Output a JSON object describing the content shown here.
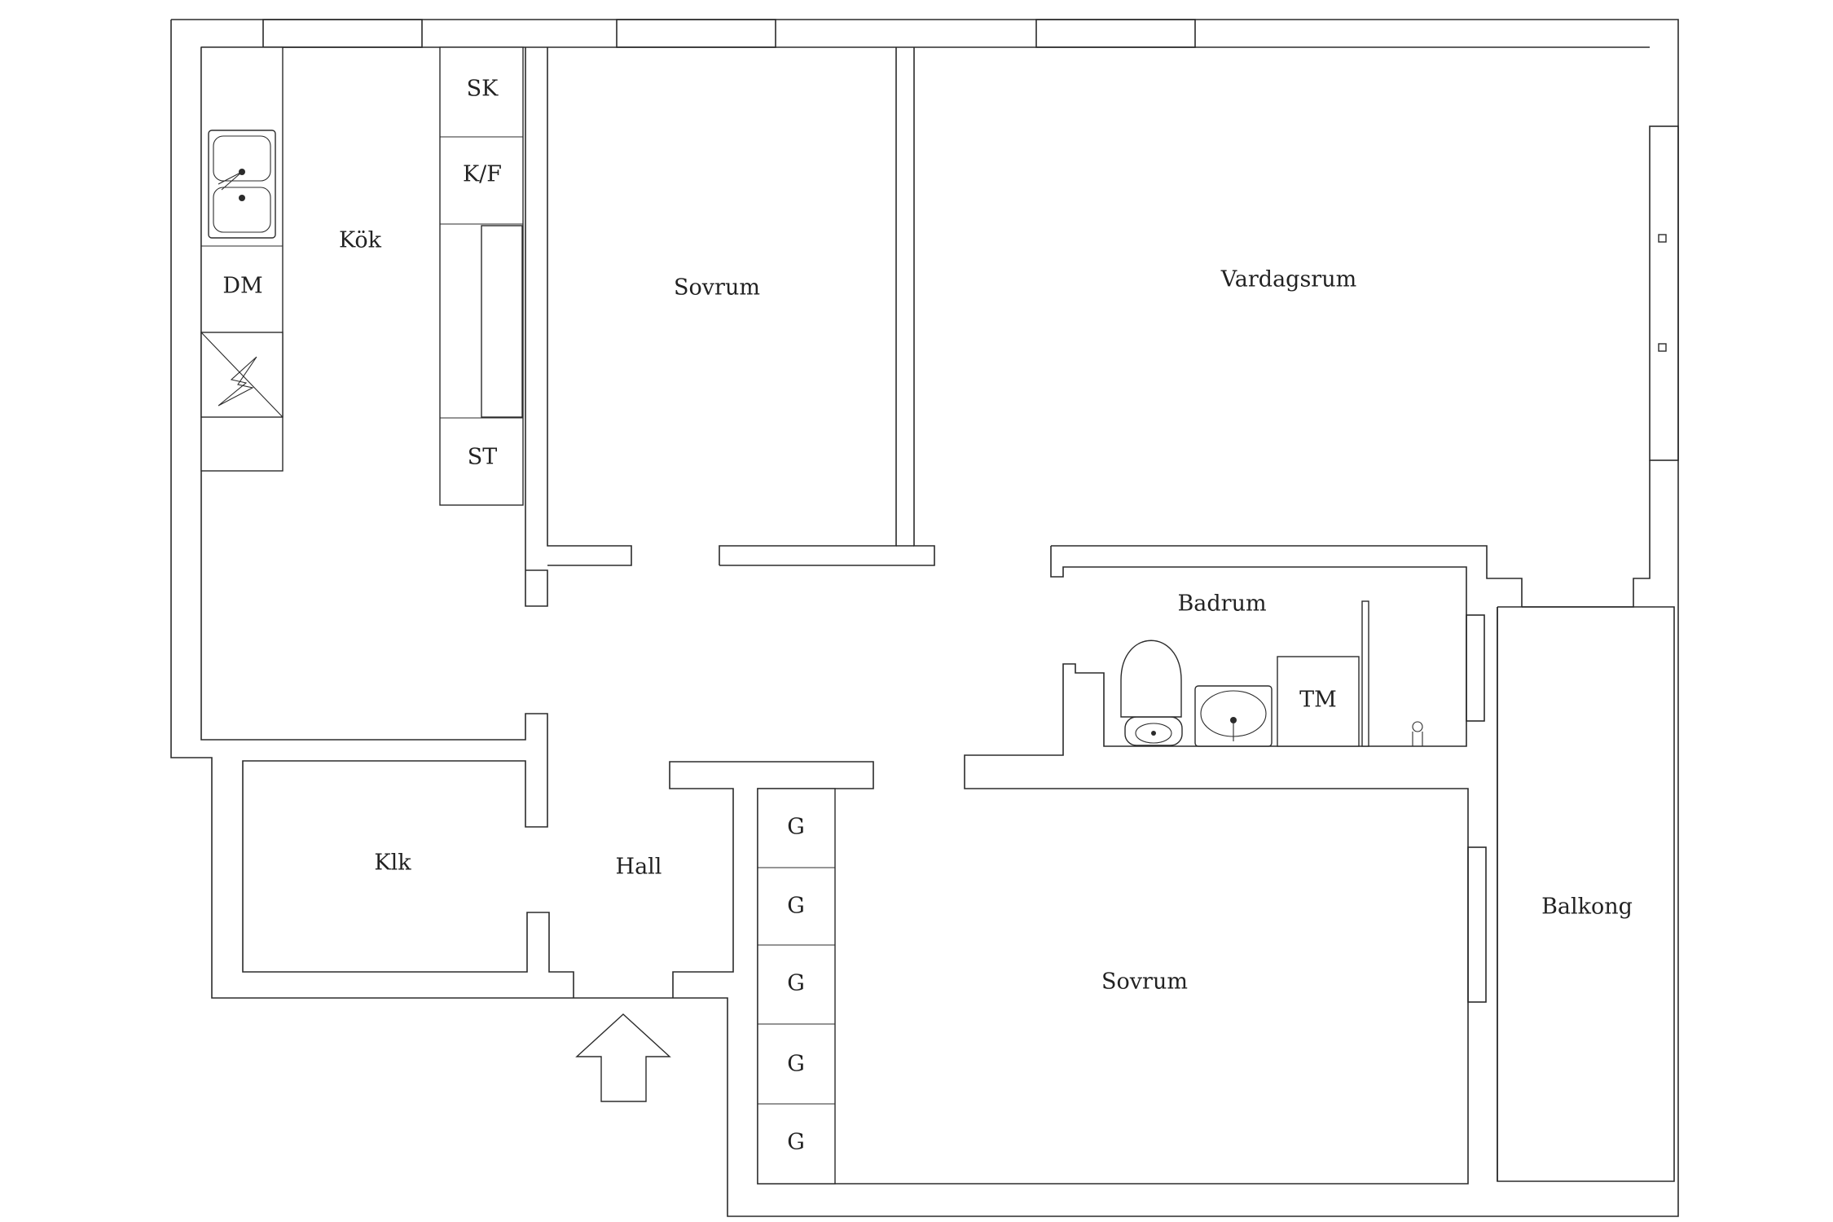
{
  "rooms": {
    "kitchen": "Kök",
    "bedroom_top": "Sovrum",
    "living_room": "Vardagsrum",
    "bathroom": "Badrum",
    "closet": "Klk",
    "hall": "Hall",
    "bedroom_bottom": "Sovrum",
    "balcony": "Balkong"
  },
  "fixtures": {
    "dishwasher": "DM",
    "pantry": "SK",
    "fridge_freezer": "K/F",
    "wardrobe_kitchen": "ST",
    "washing_machine": "TM",
    "wardrobes": [
      "G",
      "G",
      "G",
      "G",
      "G"
    ]
  },
  "icons": {
    "sink": "sink-icon",
    "stove": "stove-icon",
    "toilet": "toilet-icon",
    "washbasin": "washbasin-icon",
    "entrance": "entrance-arrow-icon"
  }
}
